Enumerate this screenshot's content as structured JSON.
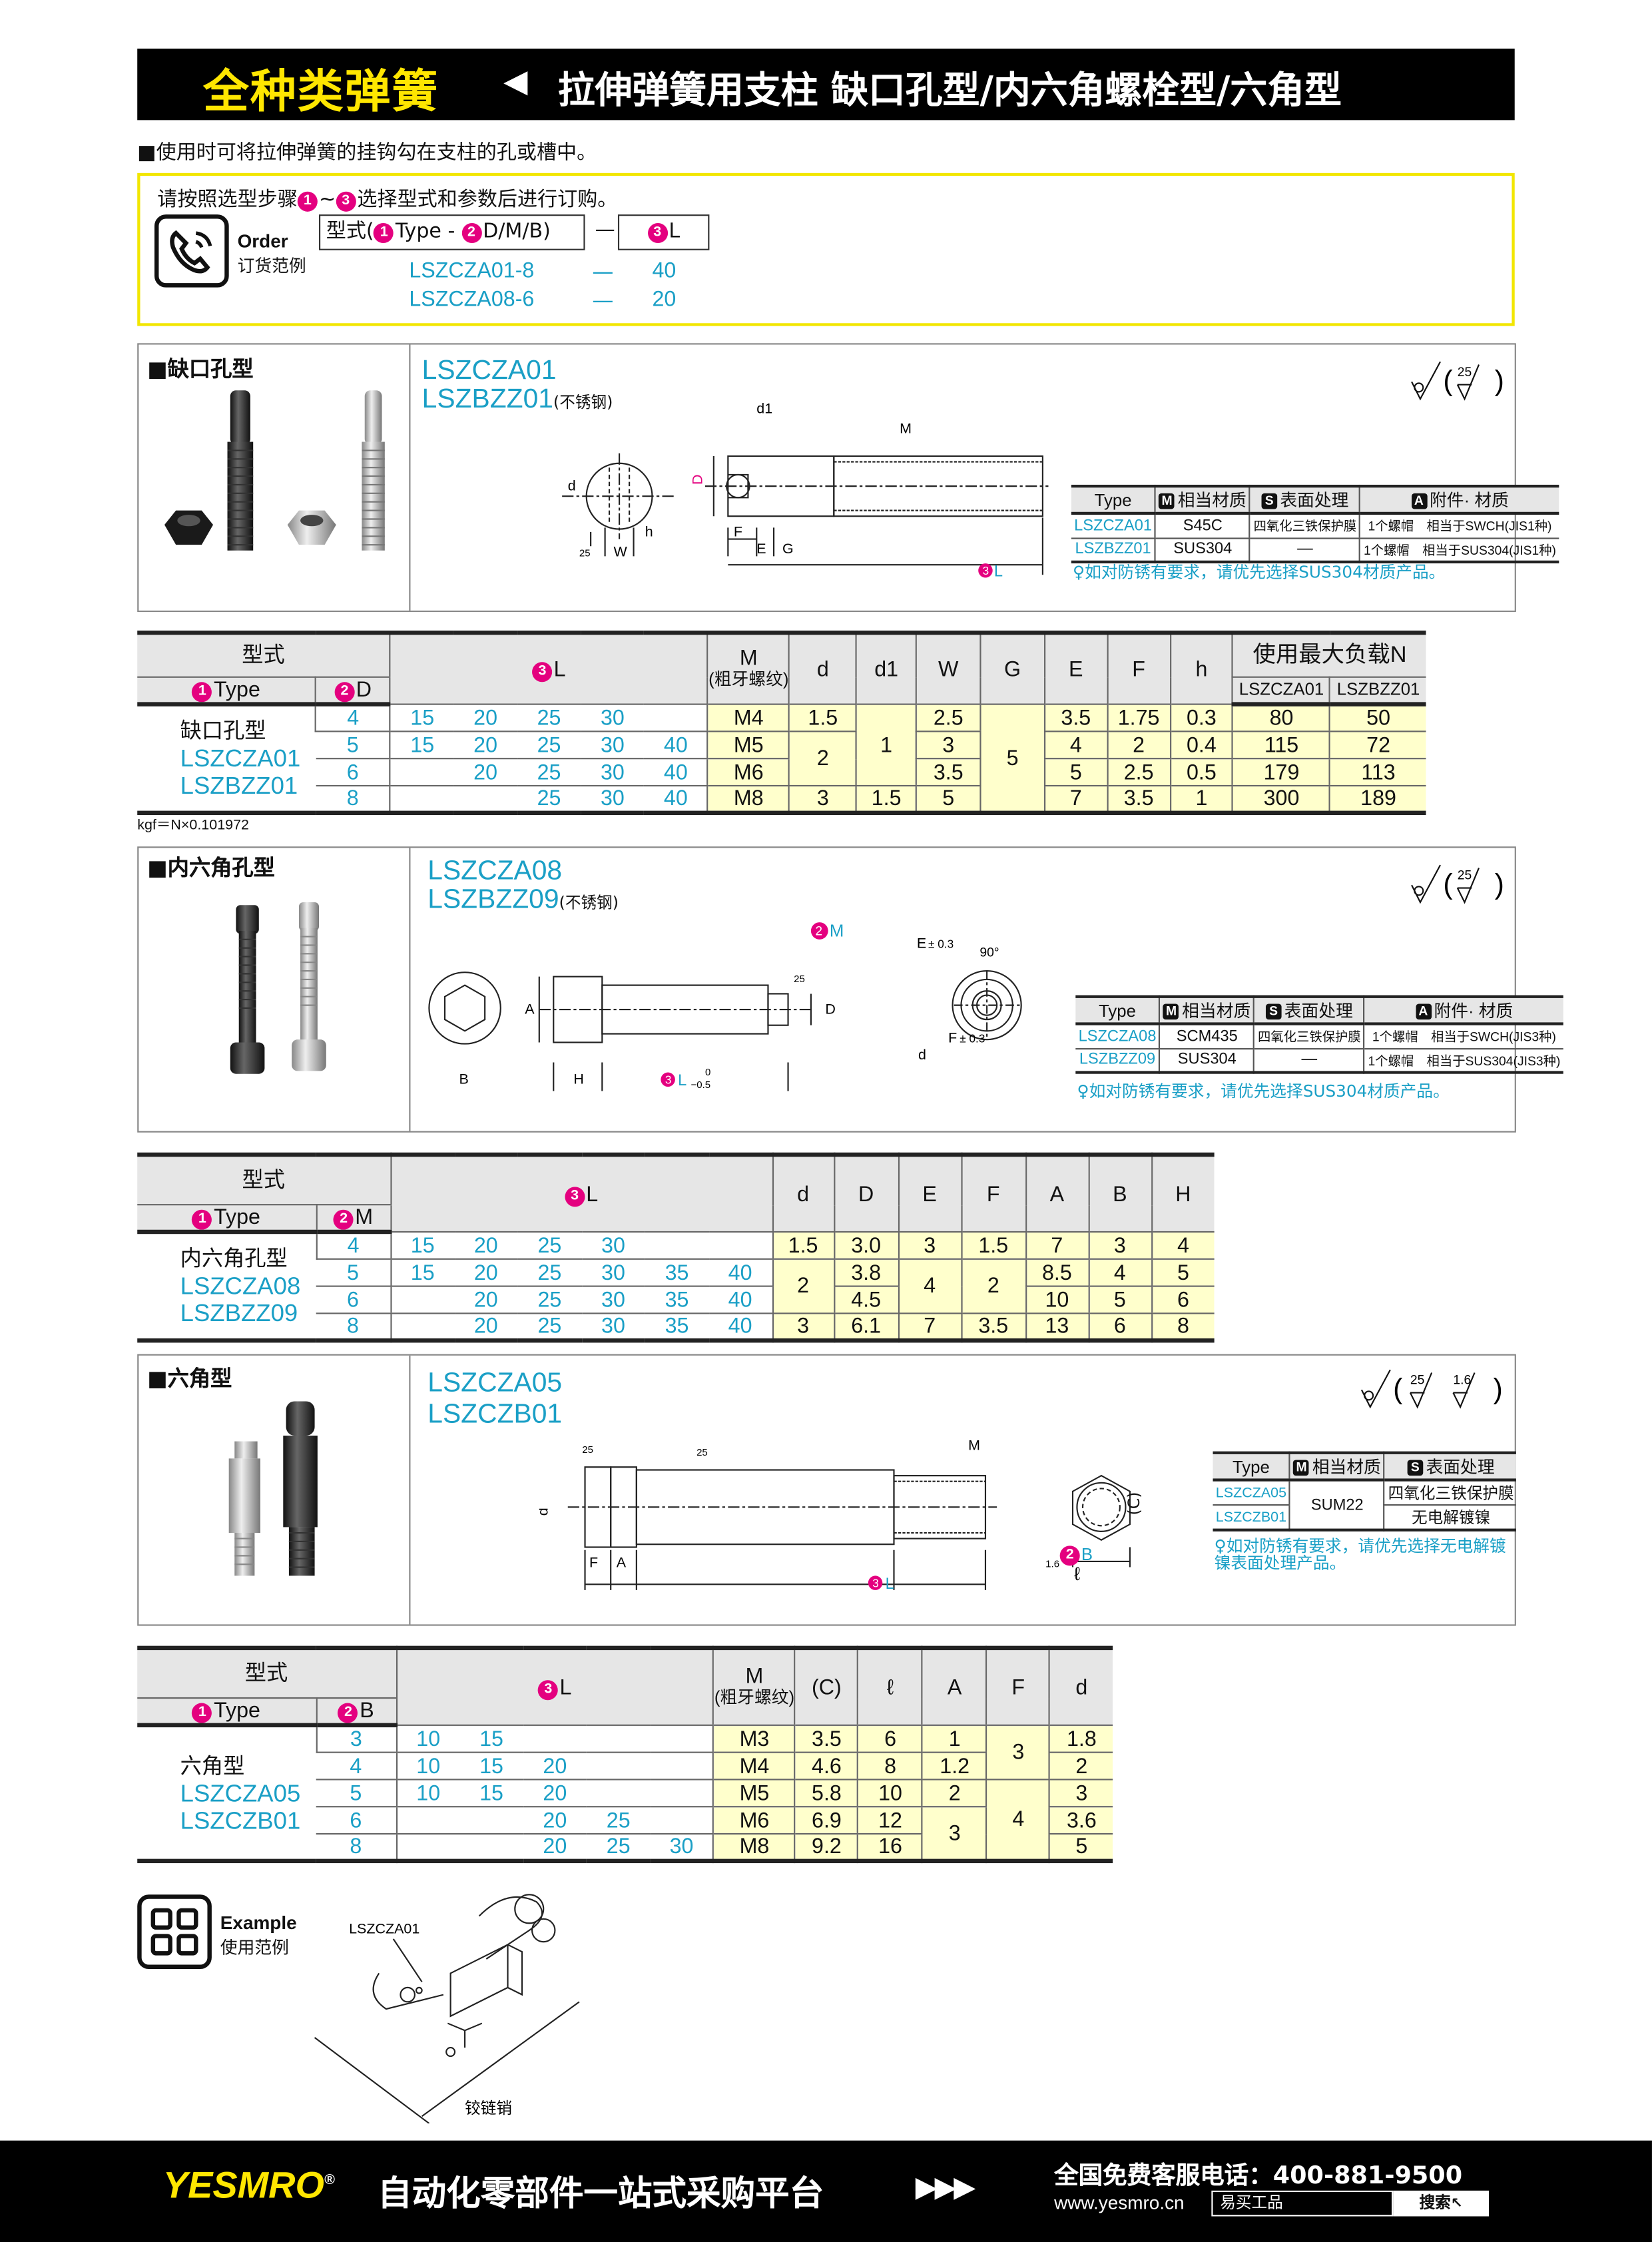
{
  "header": {
    "category": "全种类弹簧",
    "arrow": "◀",
    "title": "拉伸弹簧用支柱 缺口孔型/内六角螺栓型/六角型"
  },
  "intro": "■使用时可将拉伸弹簧的挂钩勾在支柱的孔或槽中。",
  "steps": [
    "1",
    "2",
    "3"
  ],
  "order": {
    "instruction_pre": "请按照选型步骤",
    "tilde": "~",
    "instruction_post": "选择型式和参数后进行订购。",
    "label_en": "Order",
    "label_cn": "订货范例",
    "box_model": "型式(",
    "box_type": "Type - ",
    "box_dmb": "D/M/B)",
    "dash": "—",
    "box_l": "L",
    "examples": [
      {
        "code": "LSZCZA01-8",
        "dash": "—",
        "l": "40"
      },
      {
        "code": "LSZCZA08-6",
        "dash": "—",
        "l": "20"
      }
    ]
  },
  "colors": {
    "teal": "#1a9fc6",
    "pink": "#e4007f",
    "yellow_fill": "#ffffcc",
    "header_yellow": "#ffe600"
  },
  "spec_headers": {
    "type": "Type",
    "m_badge": "M",
    "material": "相当材质",
    "s_badge": "S",
    "surface": "表面处理",
    "a_badge": "A",
    "accessory": "附件· 材质"
  },
  "notch": {
    "title": "■缺口孔型",
    "codes": [
      "LSZCZA01",
      "LSZBZZ01"
    ],
    "stainless": "(不锈钢)",
    "roughness": "25",
    "drawing": {
      "d": "d",
      "W": "W",
      "h": "h",
      "r25": "25",
      "d1": "d1",
      "M": "M",
      "D": "D",
      "F": "F",
      "E": "E",
      "G": "G",
      "L": "L"
    },
    "spec": [
      {
        "type": "LSZCZA01",
        "material": "S45C",
        "surface": "四氧化三铁保护膜",
        "accessory": "1个螺帽　相当于SWCH(JIS1种)"
      },
      {
        "type": "LSZBZZ01",
        "material": "SUS304",
        "surface": "—",
        "accessory": "1个螺帽　相当于SUS304(JIS1种)"
      }
    ],
    "note": "如对防锈有要求，请优先选择SUS304材质产品。",
    "table": {
      "model": "型式",
      "type": "Type",
      "sub": "D",
      "l": "L",
      "m": "M",
      "m_sub": "(粗牙螺纹)",
      "cols": [
        "d",
        "d1",
        "W",
        "G",
        "E",
        "F",
        "h"
      ],
      "load": "使用最大负载N",
      "load_cols": [
        "LSZCZA01",
        "LSZBZZ01"
      ],
      "type_name": "缺口孔型",
      "type_codes": [
        "LSZCZA01",
        "LSZBZZ01"
      ],
      "rows": [
        {
          "sub": "4",
          "L": [
            "15",
            "20",
            "25",
            "30",
            ""
          ],
          "M": "M4",
          "d": "1.5",
          "d1": "1",
          "W": "2.5",
          "G": "5",
          "E": "3.5",
          "F": "1.75",
          "h": "0.3",
          "n1": "80",
          "n2": "50"
        },
        {
          "sub": "5",
          "L": [
            "15",
            "20",
            "25",
            "30",
            "40"
          ],
          "M": "M5",
          "d": "2",
          "W": "3",
          "E": "4",
          "F": "2",
          "h": "0.4",
          "n1": "115",
          "n2": "72"
        },
        {
          "sub": "6",
          "L": [
            "",
            "20",
            "25",
            "30",
            "40"
          ],
          "M": "M6",
          "W": "3.5",
          "E": "5",
          "F": "2.5",
          "h": "0.5",
          "n1": "179",
          "n2": "113"
        },
        {
          "sub": "8",
          "L": [
            "",
            "",
            "25",
            "30",
            "40"
          ],
          "M": "M8",
          "d": "3",
          "d1": "1.5",
          "W": "5",
          "E": "7",
          "F": "3.5",
          "h": "1",
          "n1": "300",
          "n2": "189"
        }
      ]
    },
    "kgf_note": "kgf＝N×0.101972"
  },
  "socket": {
    "title": "■内六角孔型",
    "codes": [
      "LSZCZA08",
      "LSZBZZ09"
    ],
    "stainless": "(不锈钢)",
    "roughness": "25",
    "drawing": {
      "M": "M",
      "E": "E",
      "E_tol": "± 0.3",
      "A": "A",
      "D": "D",
      "r25": "25",
      "F": "F",
      "F_tol": "± 0.3",
      "d": "d",
      "B": "B",
      "H": "H",
      "L": "L",
      "L_tol_upper": "0",
      "L_tol_lower": "−0.5",
      "angle": "90°"
    },
    "spec": [
      {
        "type": "LSZCZA08",
        "material": "SCM435",
        "surface": "四氧化三铁保护膜",
        "accessory": "1个螺帽　相当于SWCH(JIS3种)"
      },
      {
        "type": "LSZBZZ09",
        "material": "SUS304",
        "surface": "—",
        "accessory": "1个螺帽　相当于SUS304(JIS3种)"
      }
    ],
    "note": "如对防锈有要求，请优先选择SUS304材质产品。",
    "table": {
      "model": "型式",
      "type": "Type",
      "sub": "M",
      "l": "L",
      "cols": [
        "d",
        "D",
        "E",
        "F",
        "A",
        "B",
        "H"
      ],
      "type_name": "内六角孔型",
      "type_codes": [
        "LSZCZA08",
        "LSZBZZ09"
      ],
      "rows": [
        {
          "sub": "4",
          "L": [
            "15",
            "20",
            "25",
            "30",
            "",
            ""
          ],
          "d": "1.5",
          "D": "3.0",
          "E": "3",
          "F": "1.5",
          "A": "7",
          "B": "3",
          "H": "4"
        },
        {
          "sub": "5",
          "L": [
            "15",
            "20",
            "25",
            "30",
            "35",
            "40"
          ],
          "d": "2",
          "D": "3.8",
          "E": "4",
          "F": "2",
          "A": "8.5",
          "B": "4",
          "H": "5"
        },
        {
          "sub": "6",
          "L": [
            "",
            "20",
            "25",
            "30",
            "35",
            "40"
          ],
          "D": "4.5",
          "A": "10",
          "B": "5",
          "H": "6"
        },
        {
          "sub": "8",
          "L": [
            "",
            "20",
            "25",
            "30",
            "35",
            "40"
          ],
          "d": "3",
          "D": "6.1",
          "E": "7",
          "F": "3.5",
          "A": "13",
          "B": "6",
          "H": "8"
        }
      ]
    }
  },
  "hex": {
    "title": "■六角型",
    "codes": [
      "LSZCZA05",
      "LSZCZB01"
    ],
    "roughness": [
      "25",
      "1.6"
    ],
    "drawing": {
      "r25": "25",
      "d": "d",
      "F": "F",
      "A": "A",
      "M": "M",
      "ell": "ℓ",
      "r16": "1.6",
      "L": "L",
      "C": "(C)",
      "B": "B"
    },
    "spec": [
      {
        "type": "LSZCZA05",
        "material": "SUM22",
        "surface": "四氧化三铁保护膜"
      },
      {
        "type": "LSZCZB01",
        "surface": "无电解镀镍"
      }
    ],
    "note": "如对防锈有要求，请优先选择无电解镀镍表面处理产品。",
    "table": {
      "model": "型式",
      "type": "Type",
      "sub": "B",
      "l": "L",
      "m": "M",
      "m_sub": "(粗牙螺纹)",
      "cols": [
        "(C)",
        "ℓ",
        "A",
        "F",
        "d"
      ],
      "type_name": "六角型",
      "type_codes": [
        "LSZCZA05",
        "LSZCZB01"
      ],
      "rows": [
        {
          "sub": "3",
          "L": [
            "10",
            "15",
            "",
            "",
            ""
          ],
          "M": "M3",
          "C": "3.5",
          "ell": "6",
          "A": "1",
          "F": "3",
          "d": "1.8"
        },
        {
          "sub": "4",
          "L": [
            "10",
            "15",
            "20",
            "",
            ""
          ],
          "M": "M4",
          "C": "4.6",
          "ell": "8",
          "A": "1.2",
          "d": "2"
        },
        {
          "sub": "5",
          "L": [
            "10",
            "15",
            "20",
            "",
            ""
          ],
          "M": "M5",
          "C": "5.8",
          "ell": "10",
          "A": "2",
          "F": "4",
          "d": "3"
        },
        {
          "sub": "6",
          "L": [
            "",
            "",
            "20",
            "25",
            ""
          ],
          "M": "M6",
          "C": "6.9",
          "ell": "12",
          "A": "3",
          "d": "3.6"
        },
        {
          "sub": "8",
          "L": [
            "",
            "",
            "20",
            "25",
            "30"
          ],
          "M": "M8",
          "C": "9.2",
          "ell": "16",
          "d": "5"
        }
      ]
    }
  },
  "example": {
    "label_en": "Example",
    "label_cn": "使用范例",
    "part": "LSZCZA01",
    "hinge": "铰链销"
  },
  "footer": {
    "brand": "YESMRO",
    "reg": "®",
    "slogan": "自动化零部件一站式采购平台",
    "arrows": "▶▶▶",
    "hotline": "全国免费客服电话：400-881-9500",
    "url": "www.yesmro.cn",
    "search_value": "易买工品",
    "search_button": "搜索"
  }
}
